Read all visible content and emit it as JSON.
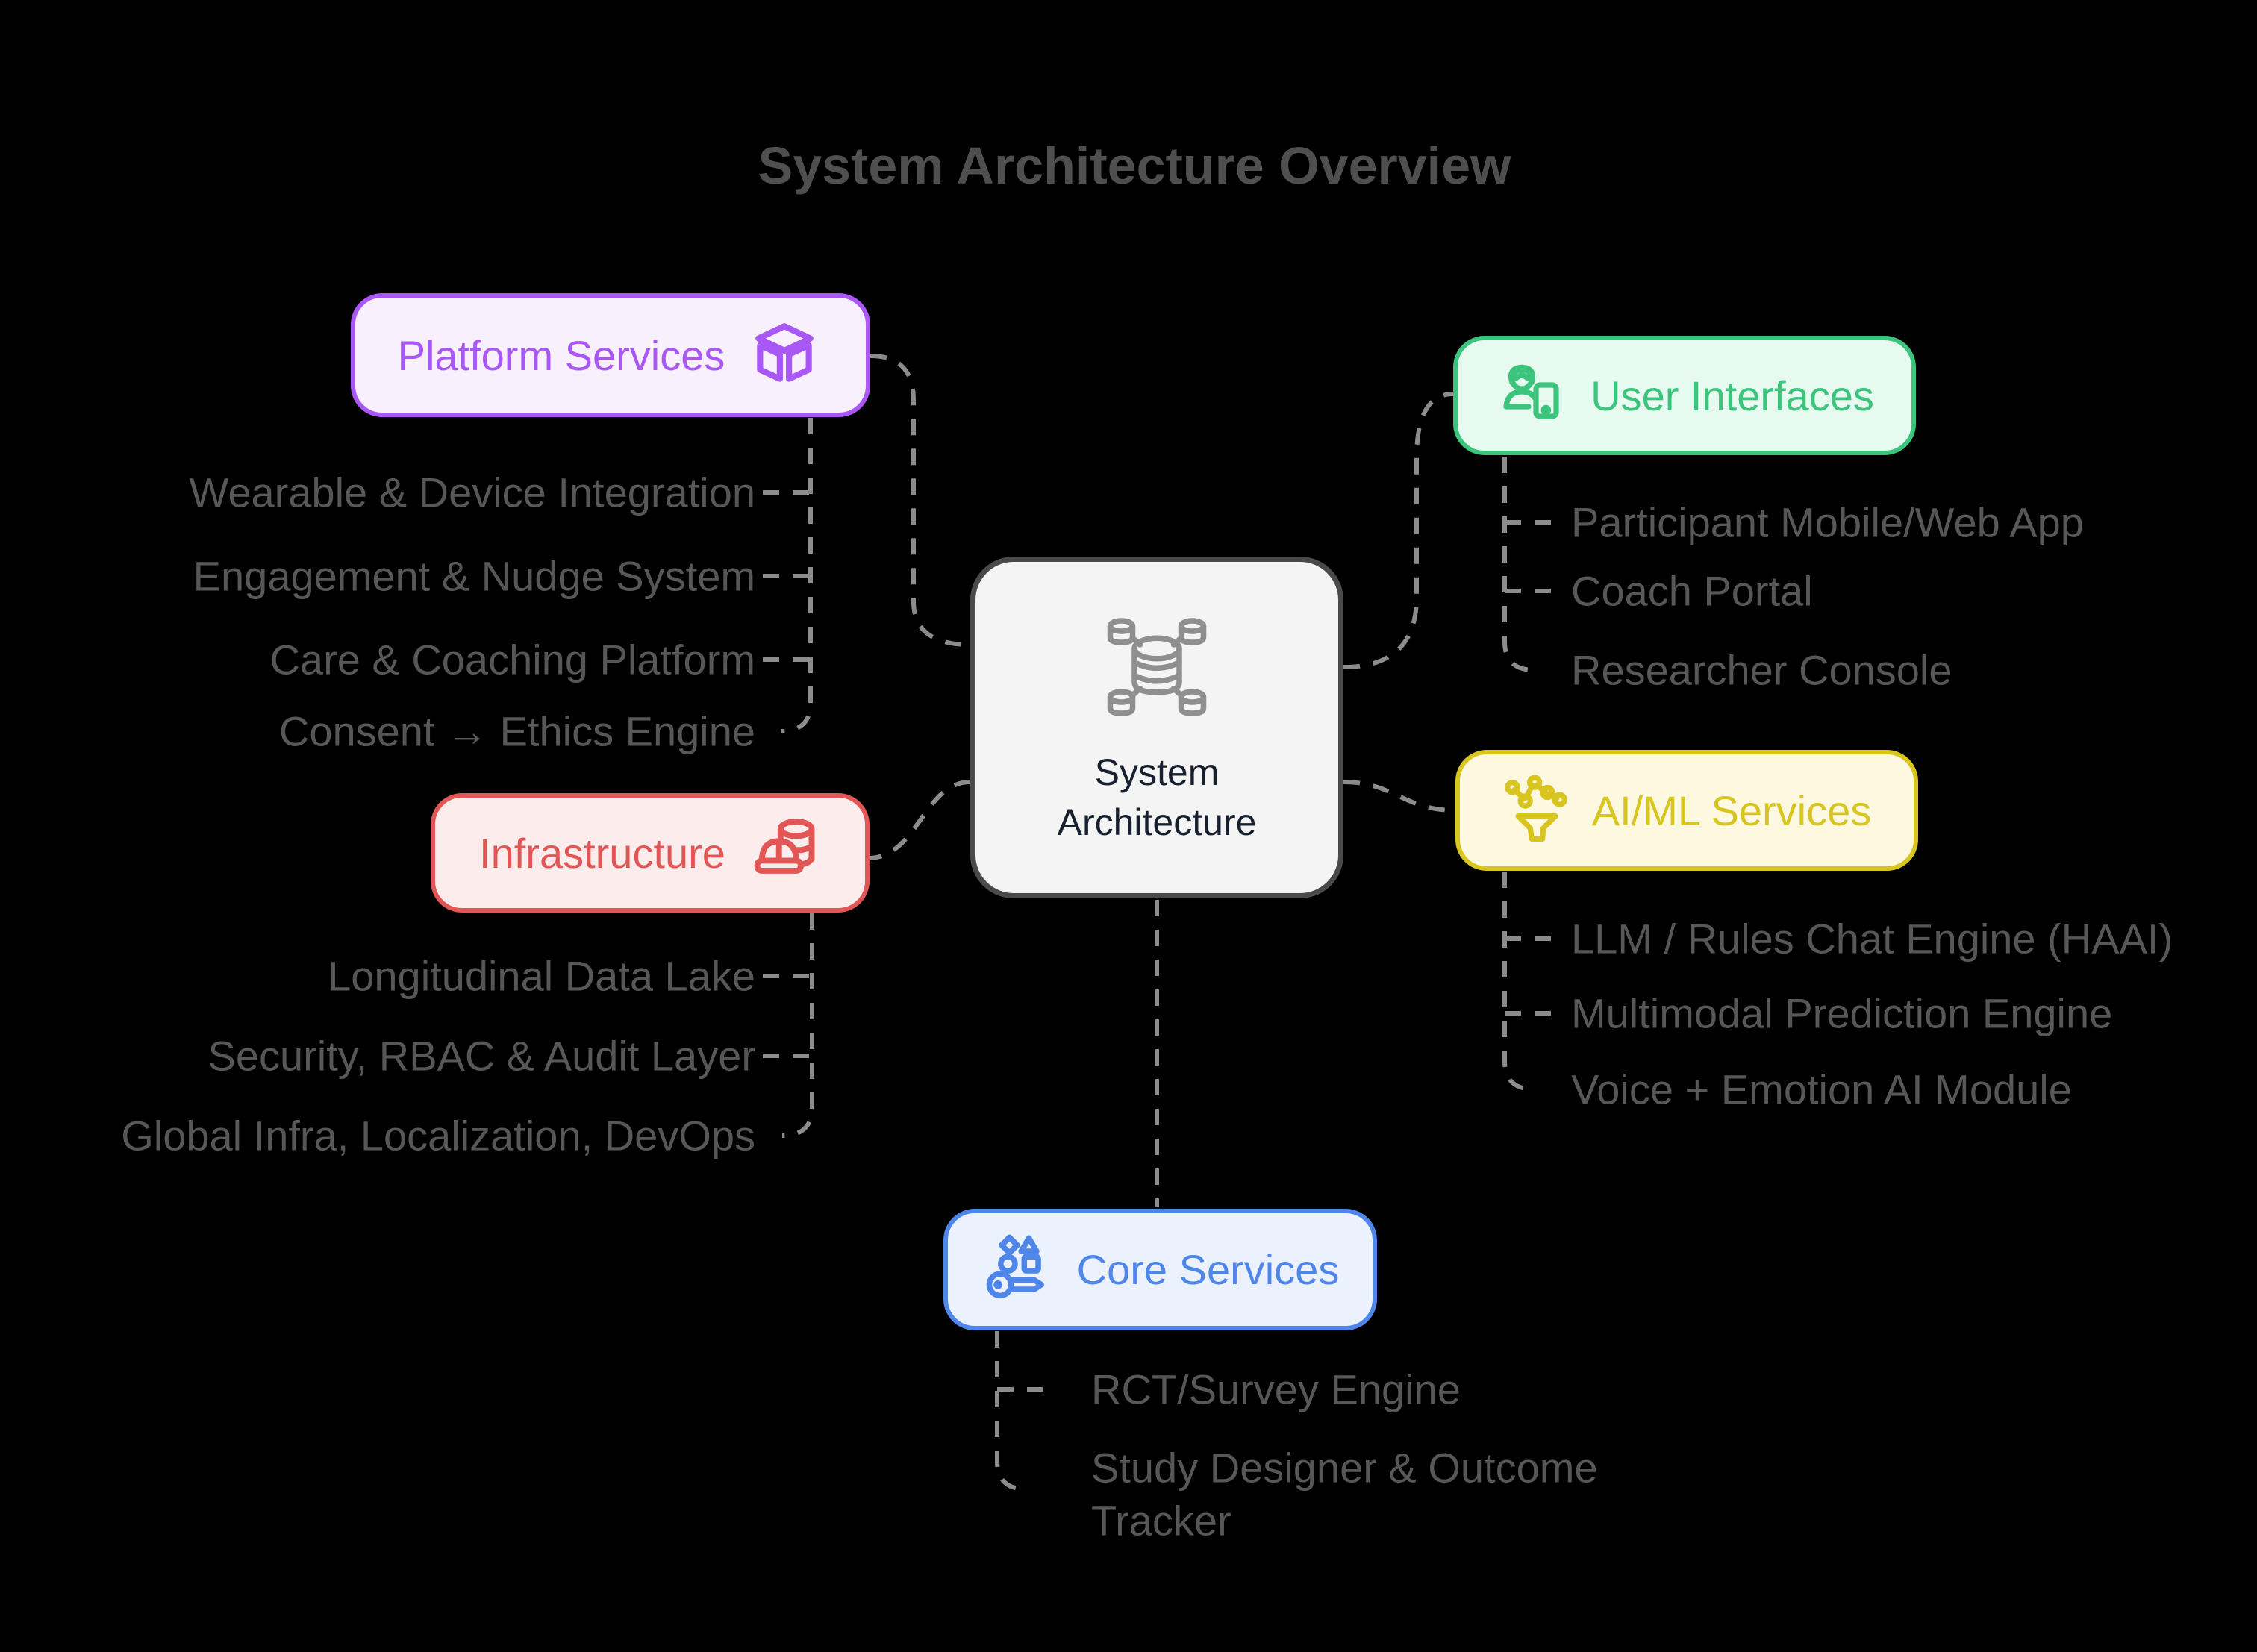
{
  "title": "System Architecture Overview",
  "center": {
    "label": "System Architecture",
    "icon": "database-cluster-icon"
  },
  "branches": {
    "platform": {
      "label": "Platform Services",
      "icon": "cube-icon",
      "items": [
        "Wearable & Device Integration",
        "Engagement & Nudge System",
        "Care & Coaching Platform",
        "Consent → Ethics Engine"
      ]
    },
    "user_interfaces": {
      "label": "User Interfaces",
      "icon": "person-device-icon",
      "items": [
        "Participant Mobile/Web App",
        "Coach Portal",
        "Researcher Console"
      ]
    },
    "infrastructure": {
      "label": "Infrastructure",
      "icon": "database-hardhat-icon",
      "items": [
        "Longitudinal Data Lake",
        "Security, RBAC & Audit Layer",
        "Global Infra, Localization, DevOps"
      ]
    },
    "ai_ml": {
      "label": "AI/ML Services",
      "icon": "funnel-network-icon",
      "items": [
        "LLM / Rules Chat Engine (HAAI)",
        "Multimodal Prediction Engine",
        "Voice + Emotion AI Module"
      ]
    },
    "core": {
      "label": "Core Services",
      "icon": "key-shapes-icon",
      "items": [
        "RCT/Survey Engine",
        "Study Designer & Outcome Tracker"
      ]
    }
  },
  "colors": {
    "background": "#000000",
    "title_text": "#4f4f4f",
    "item_text": "#575757",
    "connector": "#8c8c8c",
    "center_fill": "#f4f4f4",
    "center_border": "#4a4a4a",
    "center_text": "#17202e",
    "center_icon": "#8f8f8f",
    "platform_accent": "#a958f5",
    "platform_fill": "#f9f0fe",
    "user_interfaces_accent": "#3cc47c",
    "user_interfaces_fill": "#e6faf0",
    "infrastructure_accent": "#e35656",
    "infrastructure_fill": "#fdecec",
    "ai_ml_accent": "#d9c51f",
    "ai_ml_fill": "#fdf9e1",
    "core_accent": "#4e86ea",
    "core_fill": "#ebf2fd"
  }
}
